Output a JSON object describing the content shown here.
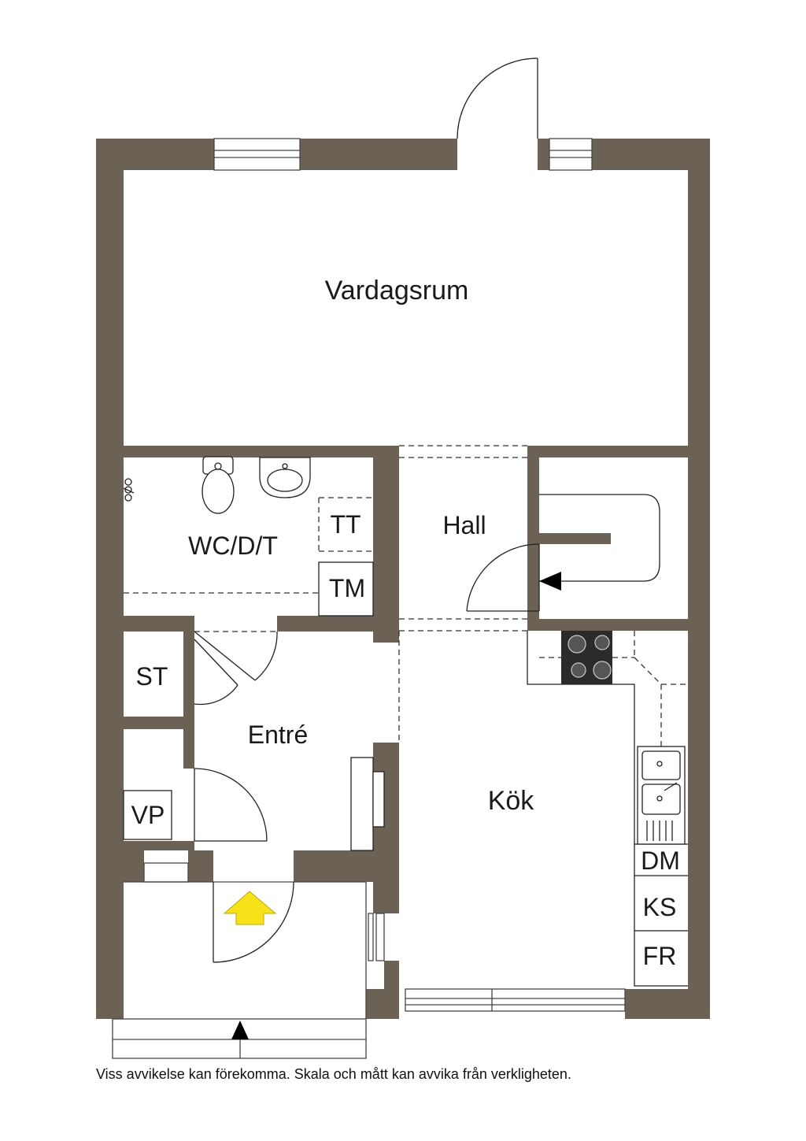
{
  "colors": {
    "wall": "#6b6154",
    "arrow_yellow": "#f7e21a",
    "cooktop": "#2b2b2b"
  },
  "rooms": {
    "vardagsrum": "Vardagsrum",
    "wc": "WC/D/T",
    "hall": "Hall",
    "st": "ST",
    "entre": "Entré",
    "vp": "VP",
    "kok": "Kök"
  },
  "fixtures": {
    "tt": "TT",
    "tm": "TM",
    "dm": "DM",
    "ks": "KS",
    "fr": "FR"
  },
  "icons": [
    "toilet-icon",
    "washbasin-icon",
    "shower-icon",
    "cooktop-icon",
    "sink-icon",
    "entrance-arrow-icon",
    "stairs-arrow-icon"
  ],
  "disclaimer": "Viss avvikelse kan förekomma. Skala och mått kan avvika från verkligheten."
}
